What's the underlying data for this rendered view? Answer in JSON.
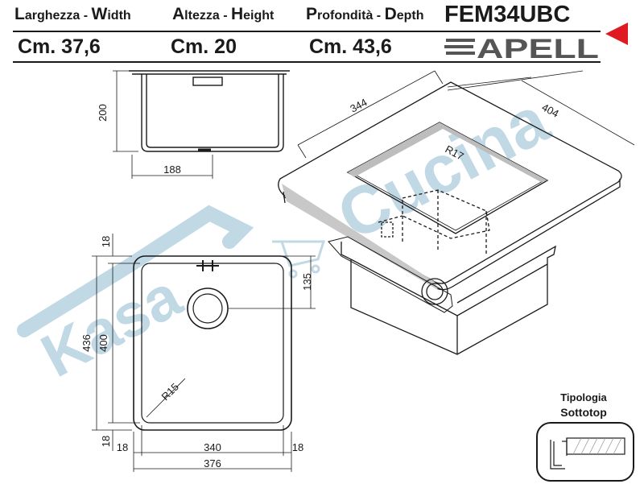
{
  "header": {
    "width_cap": "L",
    "width_rest": "arghezza - ",
    "width_cap2": "W",
    "width_rest2": "idth",
    "height_cap": "A",
    "height_rest": "ltezza - ",
    "height_cap2": "H",
    "height_rest2": "eight",
    "depth_cap": "P",
    "depth_rest": "rofondità - ",
    "depth_cap2": "D",
    "depth_rest2": "epth",
    "model": "FEM34UBC",
    "width_value": "Cm.  37,6",
    "height_value": "Cm. 20",
    "depth_value": "Cm. 43,6",
    "brand": "APELL"
  },
  "watermark": {
    "text1": "Kasa",
    "text2": "Cucina"
  },
  "dims": {
    "side_height": "200",
    "side_width": "188",
    "top_344": "344",
    "top_404": "404",
    "r17": "R17",
    "left_18_top": "18",
    "left_436": "436",
    "left_400": "400",
    "left_18_bot": "18",
    "right_135": "135",
    "r15": "R15",
    "bottom_18_left": "18",
    "bottom_340": "340",
    "bottom_18_right": "18",
    "bottom_376": "376"
  },
  "tipologia": {
    "title": "Tipologia",
    "value": "Sottotop"
  },
  "colors": {
    "accent": "#e01a22",
    "watermark": "#8fb8cf",
    "line": "#1a1a1a"
  }
}
